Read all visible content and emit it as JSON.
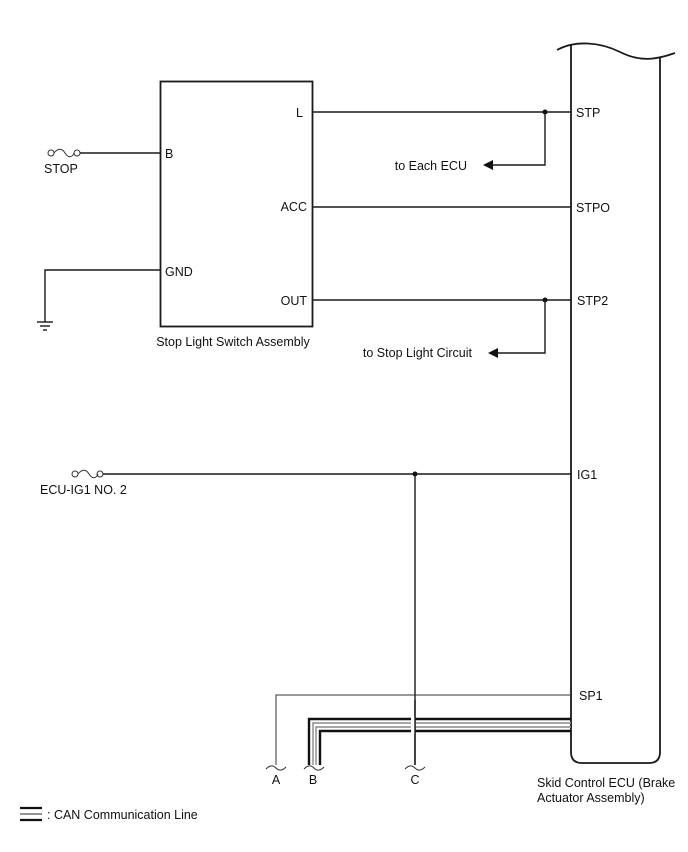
{
  "diagram": {
    "type": "wiring-diagram",
    "stop_light_switch": {
      "name": "Stop Light Switch Assembly",
      "pins": {
        "L": "L",
        "B": "B",
        "ACC": "ACC",
        "GND": "GND",
        "OUT": "OUT"
      }
    },
    "fuses": {
      "stop": "STOP",
      "ecu_ig1": "ECU-IG1 NO. 2"
    },
    "skid_control_ecu": {
      "name_line1": "Skid Control ECU (Brake",
      "name_line2": "Actuator Assembly)",
      "pins": {
        "STP": "STP",
        "STPO": "STPO",
        "STP2": "STP2",
        "IG1": "IG1",
        "SP1": "SP1"
      }
    },
    "branches": {
      "to_each_ecu": "to Each ECU",
      "to_stop_light_circuit": "to Stop Light Circuit"
    },
    "connectors": [
      "A",
      "B",
      "C"
    ],
    "connections": [
      {
        "from": "Stop Light Switch Assembly L",
        "to": "Skid Control ECU STP",
        "branch": "to Each ECU"
      },
      {
        "from": "Stop Light Switch Assembly ACC",
        "to": "Skid Control ECU STPO"
      },
      {
        "from": "Stop Light Switch Assembly OUT",
        "to": "Skid Control ECU STP2",
        "branch": "to Stop Light Circuit"
      },
      {
        "from": "STOP",
        "to": "Stop Light Switch Assembly B"
      },
      {
        "from": "Stop Light Switch Assembly GND",
        "to": "ground"
      },
      {
        "from": "ECU-IG1 NO. 2",
        "to": "Skid Control ECU IG1",
        "branch": "C"
      },
      {
        "from": "Skid Control ECU SP1",
        "to": "A"
      },
      {
        "from": "Skid Control ECU CAN",
        "to": "B",
        "line_type": "CAN Communication Line"
      }
    ],
    "legend": {
      "can_line": ": CAN Communication Line"
    }
  }
}
